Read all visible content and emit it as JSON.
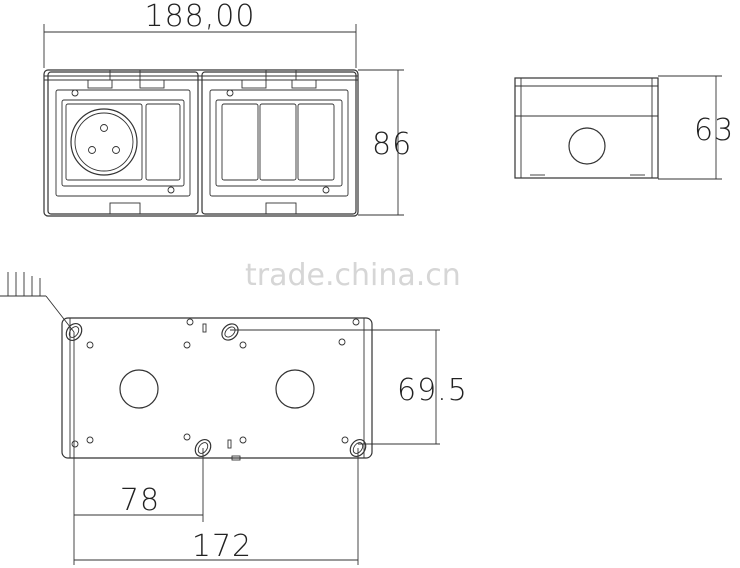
{
  "dimensions": {
    "top_width": "188,00",
    "front_height": "86",
    "side_height": "63",
    "hole_spacing_vertical": "69.5",
    "hole_to_hole_horizontal_short": "78",
    "hole_to_hole_horizontal_long": "172"
  },
  "watermark": "trade.china.cn"
}
